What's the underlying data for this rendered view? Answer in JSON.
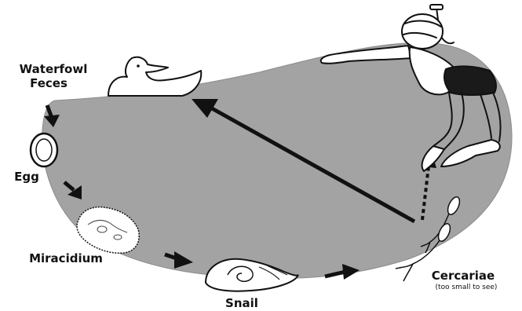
{
  "labels": {
    "waterfowl_line1": "Waterfowl",
    "waterfowl_line2": "Feces",
    "egg": "Egg",
    "miracidium": "Miracidium",
    "snail": "Snail",
    "cercariae": "Cercariae",
    "cercariae_note": "(too small to see)"
  },
  "colors": {
    "blob_fill": "#a3a3a3",
    "ink": "#111111",
    "figure_fill": "#ffffff"
  },
  "icons": [
    "duck-icon",
    "egg-icon",
    "miracidium-icon",
    "snail-icon",
    "cercariae-icon",
    "swimmer-icon"
  ]
}
